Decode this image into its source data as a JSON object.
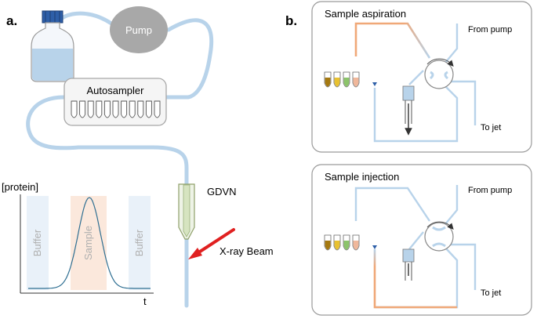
{
  "panels": {
    "a": {
      "letter": "a.",
      "pump_label": "Pump",
      "autosampler_label": "Autosampler",
      "gdvn_label": "GDVN",
      "beam_label": "X-ray Beam",
      "plot": {
        "ylabel": "[protein]",
        "xlabel": "t",
        "bands": [
          "Buffer",
          "Sample",
          "Buffer"
        ]
      }
    },
    "b": {
      "letter": "b.",
      "aspiration": {
        "title": "Sample aspiration",
        "from_pump": "From pump",
        "to_jet": "To jet"
      },
      "injection": {
        "title": "Sample injection",
        "from_pump": "From pump",
        "to_jet": "To jet"
      }
    }
  },
  "colors": {
    "tube": "#b8d3ea",
    "sample": "#f0b79a",
    "pump": "#a8a8a8",
    "beam": "#e02020",
    "bottle_cap": "#2e5fa8",
    "vial_colors": [
      "#a57910",
      "#e8c130",
      "#8cc46a",
      "#f0b79a"
    ]
  }
}
